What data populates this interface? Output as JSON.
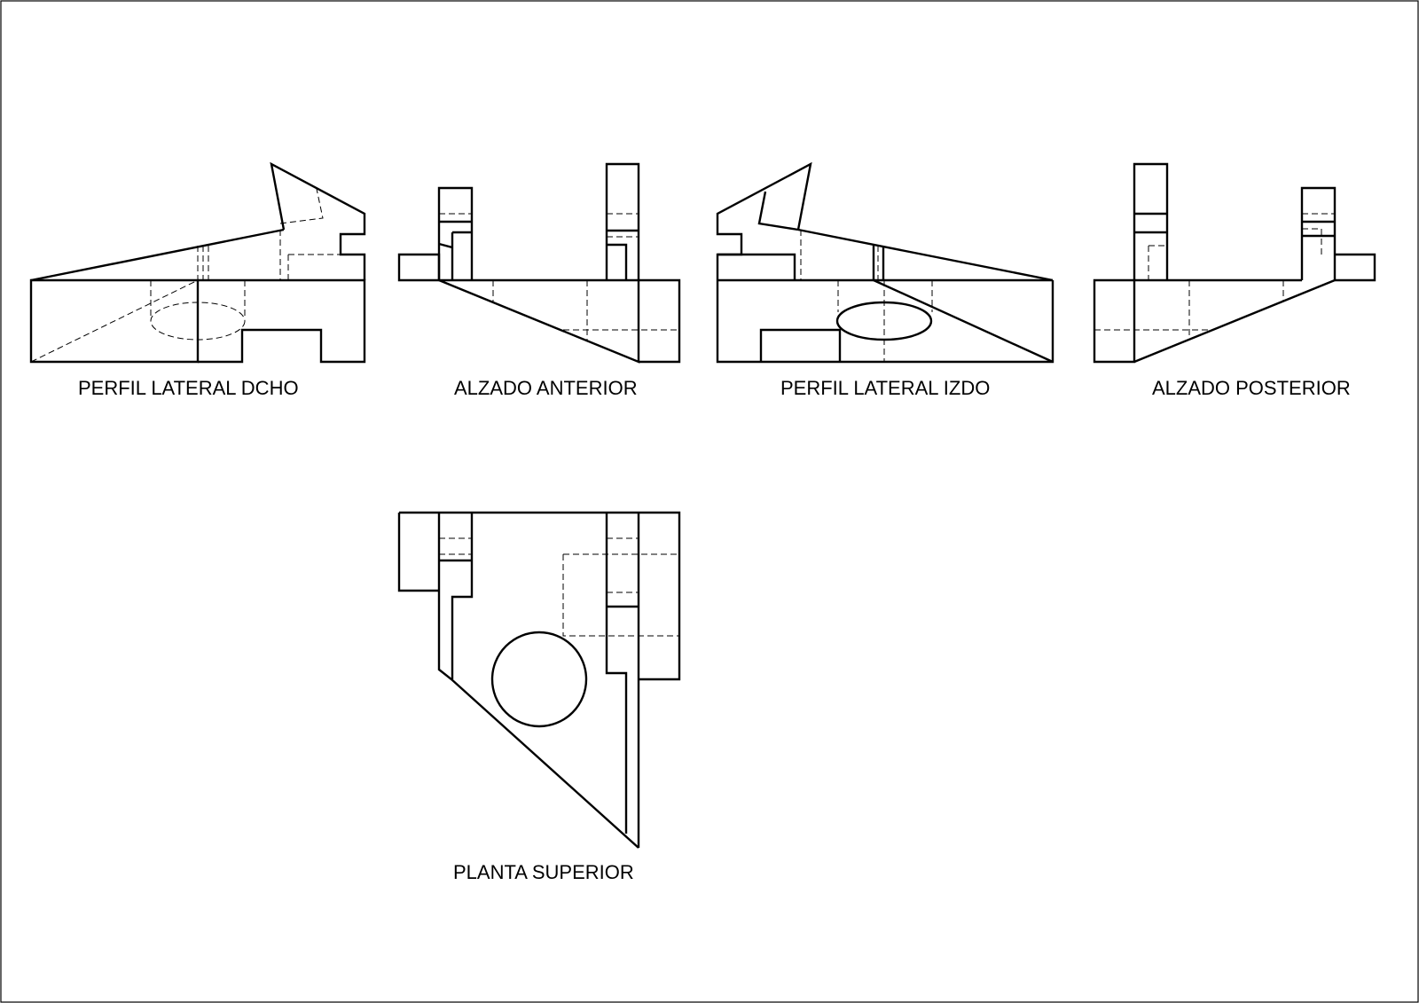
{
  "views": [
    {
      "id": "perfil-lateral-dcho",
      "label": "PERFIL LATERAL DCHO"
    },
    {
      "id": "alzado-anterior",
      "label": "ALZADO ANTERIOR"
    },
    {
      "id": "perfil-lateral-izdo",
      "label": "PERFIL LATERAL IZDO"
    },
    {
      "id": "alzado-posterior",
      "label": "ALZADO POSTERIOR"
    },
    {
      "id": "planta-superior",
      "label": "PLANTA SUPERIOR"
    }
  ]
}
